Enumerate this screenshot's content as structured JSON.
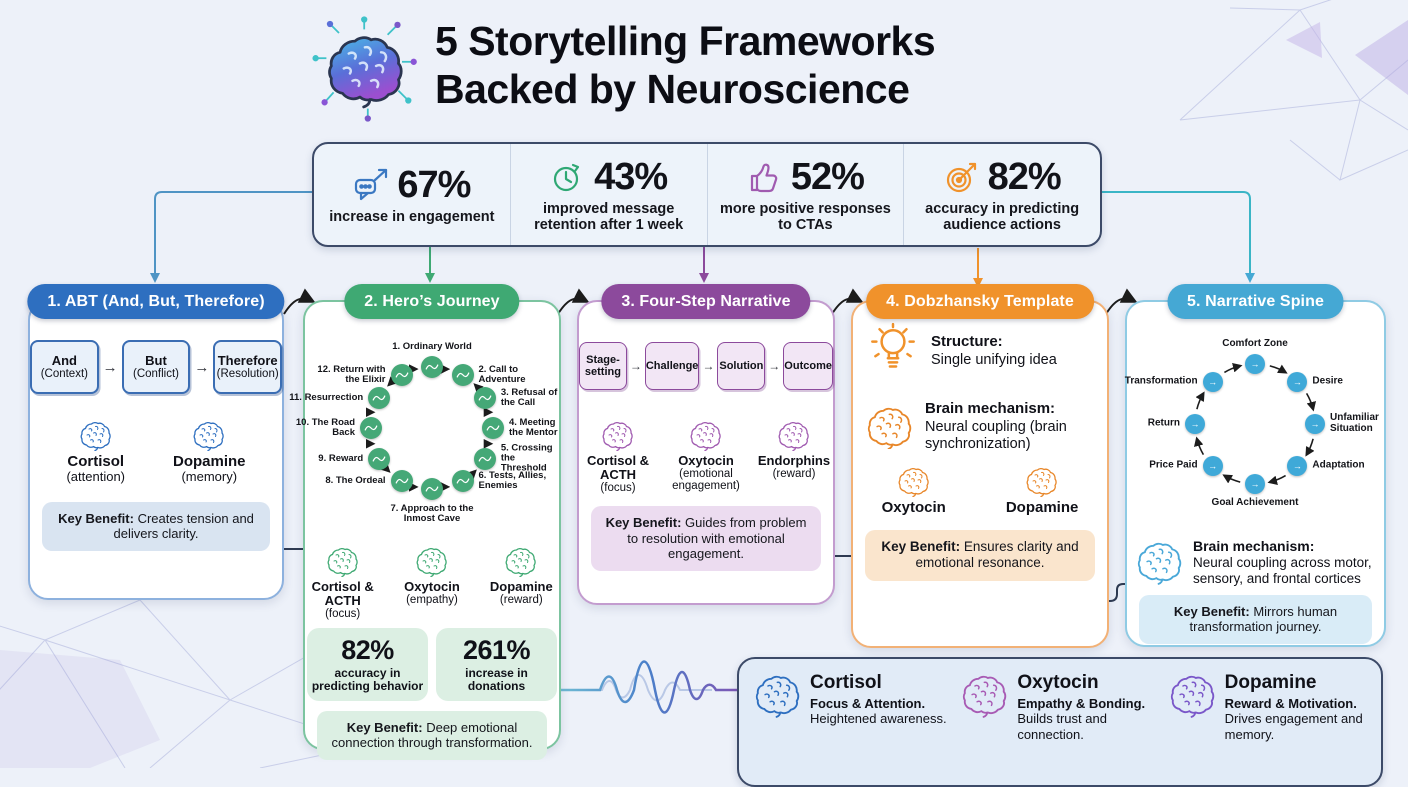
{
  "title": {
    "line1": "5 Storytelling Frameworks",
    "line2": "Backed by Neuroscience"
  },
  "glyphs": {
    "flow_arrow": "→",
    "node_arrow": "→"
  },
  "labels": {
    "key_benefit": "Key Benefit:"
  },
  "stats": [
    {
      "value": "67%",
      "caption": "increase in engagement",
      "icon": "chat-arrow-icon",
      "color": "#3b78c2"
    },
    {
      "value": "43%",
      "caption": "improved message retention after 1 week",
      "icon": "clock-icon",
      "color": "#2fa874"
    },
    {
      "value": "52%",
      "caption": "more positive responses to CTAs",
      "icon": "thumbs-up-icon",
      "color": "#a05bb0"
    },
    {
      "value": "82%",
      "caption": "accuracy in predicting audience actions",
      "icon": "target-icon",
      "color": "#f0922b"
    }
  ],
  "frameworks": [
    {
      "title": "1. ABT (And, But, Therefore)",
      "color": "#2e6fc0",
      "steps": [
        {
          "label": "And",
          "sub": "(Context)"
        },
        {
          "label": "But",
          "sub": "(Conflict)"
        },
        {
          "label": "Therefore",
          "sub": "(Resolution)"
        }
      ],
      "brains": [
        {
          "label": "Cortisol",
          "sub": "(attention)"
        },
        {
          "label": "Dopamine",
          "sub": "(memory)"
        }
      ],
      "key_benefit": "Creates tension and delivers clarity."
    },
    {
      "title": "2. Hero’s Journey",
      "color": "#3fa973",
      "cycle": [
        "1. Ordinary World",
        "2. Call to Adventure",
        "3. Refusal of the Call",
        "4. Meeting the Mentor",
        "5. Crossing the Threshold",
        "6. Tests, Allies, Enemies",
        "7. Approach to the Inmost Cave",
        "8. The Ordeal",
        "9. Reward",
        "10. The Road Back",
        "11. Resurrection",
        "12. Return with the Elixir"
      ],
      "brains": [
        {
          "label": "Cortisol & ACTH",
          "sub": "(focus)"
        },
        {
          "label": "Oxytocin",
          "sub": "(empathy)"
        },
        {
          "label": "Dopamine",
          "sub": "(reward)"
        }
      ],
      "stats": [
        {
          "value": "82%",
          "caption": "accuracy in predicting behavior"
        },
        {
          "value": "261%",
          "caption": "increase in donations"
        }
      ],
      "key_benefit": "Deep emotional connection through transformation."
    },
    {
      "title": "3. Four-Step Narrative",
      "color": "#8c4a9c",
      "steps": [
        {
          "label": "Stage-setting"
        },
        {
          "label": "Challenge"
        },
        {
          "label": "Solution"
        },
        {
          "label": "Outcome"
        }
      ],
      "brains": [
        {
          "label": "Cortisol & ACTH",
          "sub": "(focus)"
        },
        {
          "label": "Oxytocin",
          "sub": "(emotional engagement)"
        },
        {
          "label": "Endorphins",
          "sub": "(reward)"
        }
      ],
      "key_benefit": "Guides from problem to resolution with emotional engagement."
    },
    {
      "title": "4. Dobzhansky Template",
      "color": "#f0922b",
      "features": [
        {
          "icon": "lightbulb-icon",
          "label": "Structure:",
          "text": "Single unifying idea"
        },
        {
          "icon": "brain-icon",
          "label": "Brain mechanism:",
          "text": "Neural coupling (brain synchronization)"
        }
      ],
      "brains": [
        {
          "label": "Oxytocin"
        },
        {
          "label": "Dopamine"
        }
      ],
      "key_benefit": "Ensures clarity and emotional resonance."
    },
    {
      "title": "5. Narrative Spine",
      "color": "#45a8d4",
      "cycle": [
        "Comfort Zone",
        "Desire",
        "Unfamiliar Situation",
        "Adaptation",
        "Goal Achievement",
        "Price Paid",
        "Return",
        "Transformation"
      ],
      "mechanism": {
        "label": "Brain mechanism:",
        "text": "Neural coupling across motor, sensory, and frontal cortices"
      },
      "key_benefit": "Mirrors human transformation journey."
    }
  ],
  "hormones": [
    {
      "name": "Cortisol",
      "bold": "Focus & Attention.",
      "text": "Heightened awareness.",
      "color": "#2e6fc0"
    },
    {
      "name": "Oxytocin",
      "bold": "Empathy & Bonding.",
      "text": "Builds trust and connection.",
      "color": "#a85bb4"
    },
    {
      "name": "Dopamine",
      "bold": "Reward & Motivation.",
      "text": "Drives engagement and memory.",
      "color": "#7a57c9"
    }
  ]
}
